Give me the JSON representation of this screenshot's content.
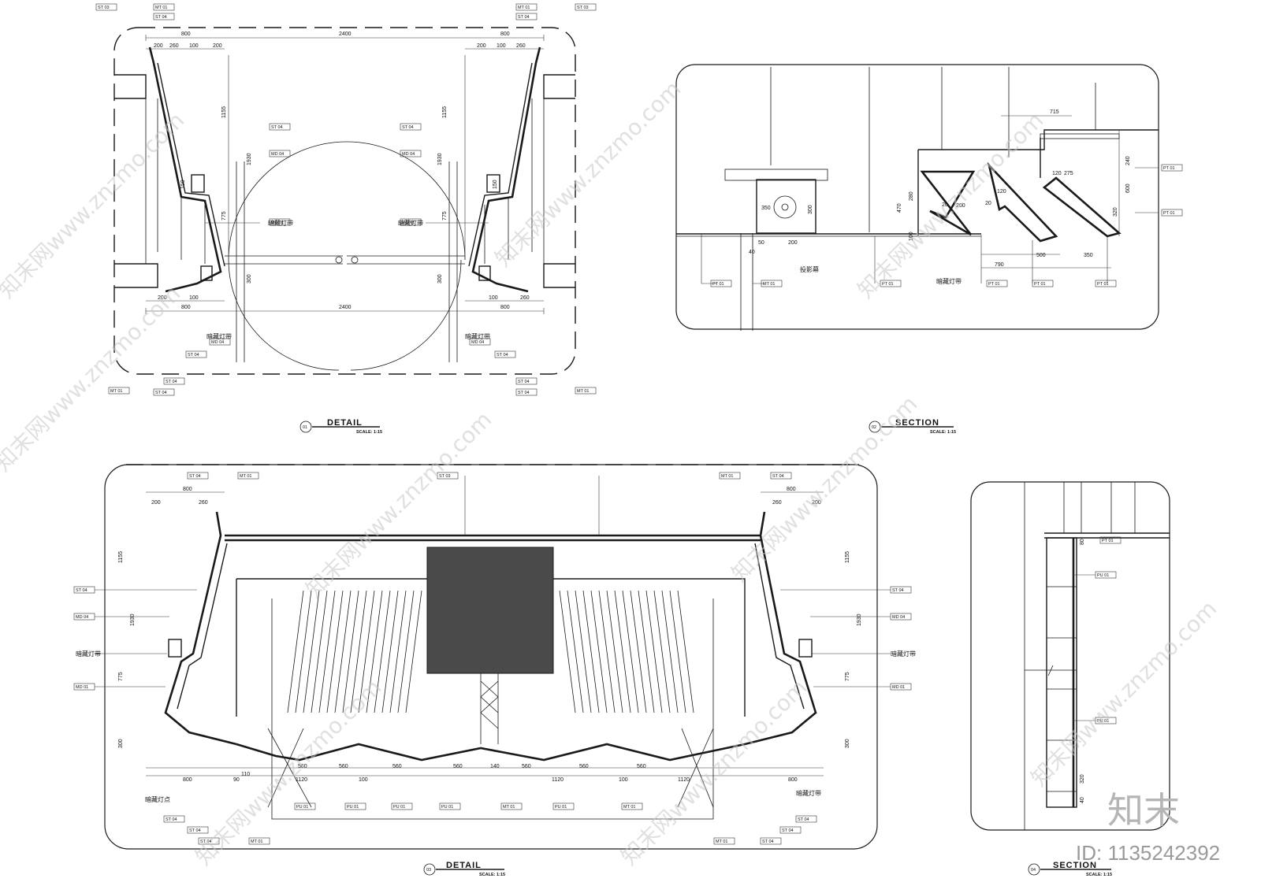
{
  "views": {
    "detail_top": {
      "title": "DETAIL",
      "scale": "SCALE: 1:15",
      "number": "01"
    },
    "section_top": {
      "title": "SECTION",
      "scale": "SCALE: 1:15",
      "number": "02"
    },
    "detail_bottom": {
      "title": "DETAIL",
      "scale": "SCALE: 1:15",
      "number": "03"
    },
    "section_bottom": {
      "title": "SECTION",
      "scale": "SCALE: 1:15",
      "number": "04"
    }
  },
  "dims": {
    "d800": "800",
    "d2400": "2400",
    "d200": "200",
    "d260": "260",
    "d100": "100",
    "d1155": "1155",
    "d1930": "1930",
    "d775": "775",
    "d150": "150",
    "d300": "300",
    "d50": "50",
    "d715": "715",
    "d790": "790",
    "d500": "500",
    "d350": "350",
    "d275": "275",
    "d120": "120",
    "d320": "320",
    "d240": "240",
    "d600": "600",
    "d560": "560",
    "d1120": "1120",
    "d140": "140",
    "d90": "90",
    "d110": "110",
    "d80": "80",
    "d470": "470",
    "d280": "280",
    "d20": "20",
    "d40": "40"
  },
  "tags": {
    "st04": "ST  04",
    "st03": "ST  03",
    "mt01": "MT  01",
    "md04": "MD  04",
    "md01": "MD  01",
    "pt01": "PT  01",
    "pu01": "PU  01"
  },
  "labels": {
    "hidden_light": "暗藏灯带",
    "projector": "投影幕",
    "hidden_light_alt": "暗藏灯点"
  },
  "watermark": {
    "text": "知末网www.znzmo.com"
  },
  "brand": {
    "logo_text": "知末",
    "id_text": "ID: 1135242392"
  }
}
